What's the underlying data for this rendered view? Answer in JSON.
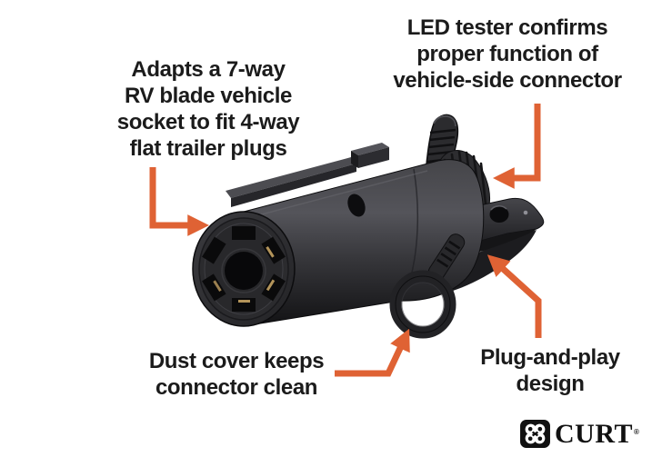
{
  "colors": {
    "arrow": "#DF6234",
    "text": "#1B1B1B",
    "background": "#FFFFFF",
    "product_body": "#2B2B2E",
    "logo_black": "#111111"
  },
  "callouts": {
    "adapts": "Adapts a 7-way\nRV blade vehicle\nsocket to fit 4-way\nflat trailer plugs",
    "led_tester": "LED tester confirms\nproper function of\nvehicle-side connector",
    "dust_cover": "Dust cover keeps\nconnector clean",
    "plug_and_play": "Plug-and-play\ndesign"
  },
  "brand": {
    "wordmark": "CURT",
    "trademark": "®",
    "logo_icon": "curt-clover-gear-logo"
  }
}
